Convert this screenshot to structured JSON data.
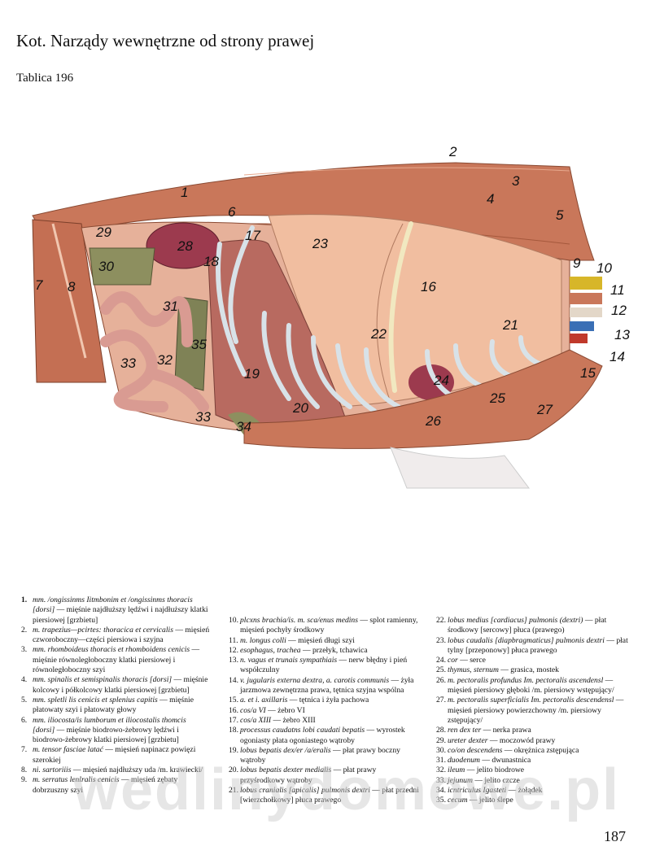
{
  "header": {
    "title": "Kot. Narządy wewnętrzne od strony prawej",
    "plate": "Tablica 196"
  },
  "figure": {
    "labels": [
      "1",
      "2",
      "3",
      "4",
      "5",
      "6",
      "7",
      "8",
      "9",
      "10",
      "11",
      "12",
      "13",
      "14",
      "15",
      "16",
      "17",
      "18",
      "19",
      "20",
      "21",
      "22",
      "23",
      "24",
      "25",
      "26",
      "27",
      "28",
      "29",
      "30",
      "31",
      "32",
      "33",
      "33",
      "34",
      "35"
    ]
  },
  "legend": [
    {
      "num": "1.",
      "latin": "mm. /ongissinms Iitmbonim et /ongissinms thoracis [dorsi]",
      "polish": " — mięśnie najdłuższy lędźwi i najdłuższy klatki piersiowej [grzbietu]"
    },
    {
      "num": "2.",
      "latin": "m. trapezius—pcirtes: thoracica et cervicalis",
      "polish": " — mięsień czworoboczny—części piersiowa i szyjna"
    },
    {
      "num": "3.",
      "latin": "mm. rhomboideus thoracis et rhomboidens cenicis",
      "polish": " — mięśnie równoległoboczny klatki piersiowej i równoległoboczny szyi"
    },
    {
      "num": "4.",
      "latin": "mm. spinalis et semispinalis thoracis [dorsi]",
      "polish": " — mięśnie kolcowy i półkolcowy klatki piersiowej [grzbietu]"
    },
    {
      "num": "5.",
      "latin": "mm. spletli lis cenicis et splenius capitis",
      "polish": " — mięśnie płatowaty szyi i płatowaty głowy"
    },
    {
      "num": "6.",
      "latin": "mm. iliocosta/is lumborum et iliocostalis thomcis [dorsi]",
      "polish": " — mięśnie biodrowo-żebrowy lędźwi i biodrowo-żebrowy klatki piersiowej [grzbietu]"
    },
    {
      "num": "7.",
      "latin": "m. tensor fasciae latać",
      "polish": " — mięsień napinacz powięzi szerokiej"
    },
    {
      "num": "8.",
      "latin": "ni. sartoriiis",
      "polish": " — mięsień najdłuższy uda /m. krawiecki/"
    },
    {
      "num": "9.",
      "latin": "m. serratus lenlralis cenicis",
      "polish": " — mięsień zębaty dobrzuszny szyi"
    },
    {
      "num": "10.",
      "latin": "plcxns brachia/is. m. sca/enus medins",
      "polish": " — splot ramienny, mięsień pochyły środkowy"
    },
    {
      "num": "11.",
      "latin": "m. longus colli",
      "polish": " — mięsień długi szyi"
    },
    {
      "num": "12.",
      "latin": "esophagus, trachea",
      "polish": " — przełyk, tchawica"
    },
    {
      "num": "13.",
      "latin": "n. vagus et trunais sympathiais",
      "polish": " — nerw błędny i pień współczulny"
    },
    {
      "num": "14.",
      "latin": "v. jugularis externa dextra, a. carotis communis",
      "polish": " — żyła jarzmowa zewnętrzna prawa, tętnica szyjna wspólna"
    },
    {
      "num": "15.",
      "latin": "a. et i. axillaris",
      "polish": " — tętnica i żyła pachowa"
    },
    {
      "num": "16.",
      "latin": "cos/a VI",
      "polish": " — żebro VI"
    },
    {
      "num": "17.",
      "latin": "cos/a XIII",
      "polish": " — żebro XIII"
    },
    {
      "num": "18.",
      "latin": "processus caudatns lobi caudati bepatis",
      "polish": " — wyrostek ogoniasty płata ogoniastego wątroby"
    },
    {
      "num": "19.",
      "latin": "lobus bepatis dex/er /a/eralis",
      "polish": " — płat prawy boczny wątroby"
    },
    {
      "num": "20.",
      "latin": "lobus bepatis dexter medialis",
      "polish": " — płat prawy przyśrodkowy wątroby"
    },
    {
      "num": "21.",
      "latin": "lobus cranialis [apicalis] pulmonis dextri",
      "polish": " — płat przedni [wierzchołkowy] płuca prawego"
    },
    {
      "num": "22.",
      "latin": "lobus medius [cardiacus] pulmonis (dextri)",
      "polish": " — płat środkowy [sercowy] płuca (prawego)"
    },
    {
      "num": "23.",
      "latin": "lobus caudalis [diapbragmaticus] pulmonis dextri",
      "polish": " — płat tylny [przeponowy] płuca prawego"
    },
    {
      "num": "24.",
      "latin": "cor",
      "polish": " — serce"
    },
    {
      "num": "25.",
      "latin": "thymus, sternum",
      "polish": " — grasica, mostek"
    },
    {
      "num": "26.",
      "latin": "m. pectoralis profundus Im. pectoralis ascendensl",
      "polish": " — mięsień piersiowy głęboki /m. piersiowy wstępujący/"
    },
    {
      "num": "27.",
      "latin": "m. pectoralis superficialis Im. pectoralis descendensl",
      "polish": " — mięsień piersiowy powierzchowny /m. piersiowy zstępujący/"
    },
    {
      "num": "28.",
      "latin": "ren dex ter",
      "polish": " — nerka prawa"
    },
    {
      "num": "29.",
      "latin": "ureter dexter",
      "polish": " — moczowód prawy"
    },
    {
      "num": "30.",
      "latin": "co/on descendens",
      "polish": " — okrężnica zstępująca"
    },
    {
      "num": "31.",
      "latin": "duodenum",
      "polish": " — dwunastnica"
    },
    {
      "num": "32.",
      "latin": "ileum",
      "polish": " — jelito biodrowe"
    },
    {
      "num": "33.",
      "latin": "jejunum",
      "polish": " — jelito czcze"
    },
    {
      "num": "34.",
      "latin": "icntriculus Igasteti",
      "polish": " — żołądek"
    },
    {
      "num": "35.",
      "latin": "cecum",
      "polish": " — jelito ślepe"
    }
  ],
  "watermark": "wedlinydomowe.pl",
  "footer": {
    "page_number": "187"
  }
}
